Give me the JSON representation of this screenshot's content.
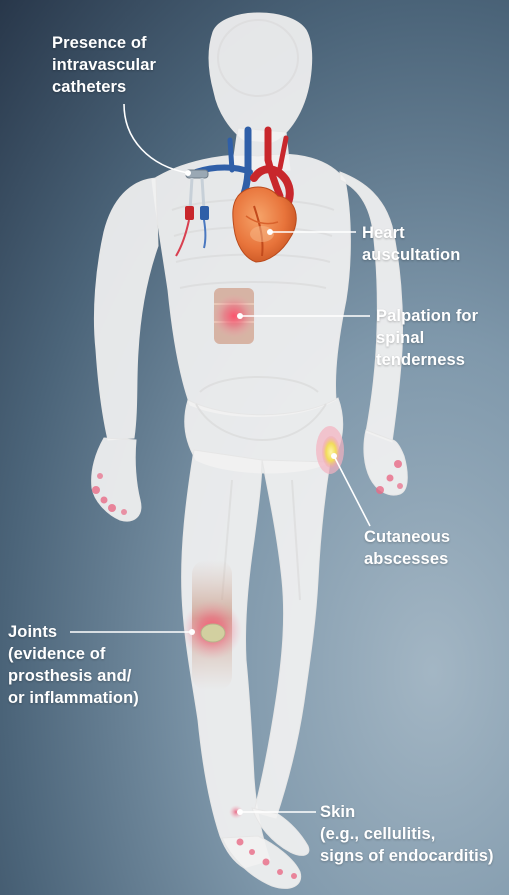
{
  "labels": {
    "catheters": [
      "Presence of",
      "intravascular",
      "catheters"
    ],
    "heart": [
      "Heart",
      "auscultation"
    ],
    "spine": [
      "Palpation for",
      "spinal",
      "tenderness"
    ],
    "abscess": [
      "Cutaneous",
      "abscesses"
    ],
    "joints": [
      "Joints",
      "(evidence of",
      "prosthesis and/",
      "or inflammation)"
    ],
    "skin": [
      "Skin",
      "(e.g., cellulitis,",
      "signs of endocarditis)"
    ]
  },
  "colors": {
    "label_text": "#ffffff",
    "leader_line": "#ffffff",
    "body_fill": "#f2f2f2",
    "heart": "#e8743b",
    "vessels_blue": "#2f5fa8",
    "vessels_red": "#c8272c",
    "inflammation": "#e0304a",
    "abscess": "#f2e26a"
  }
}
